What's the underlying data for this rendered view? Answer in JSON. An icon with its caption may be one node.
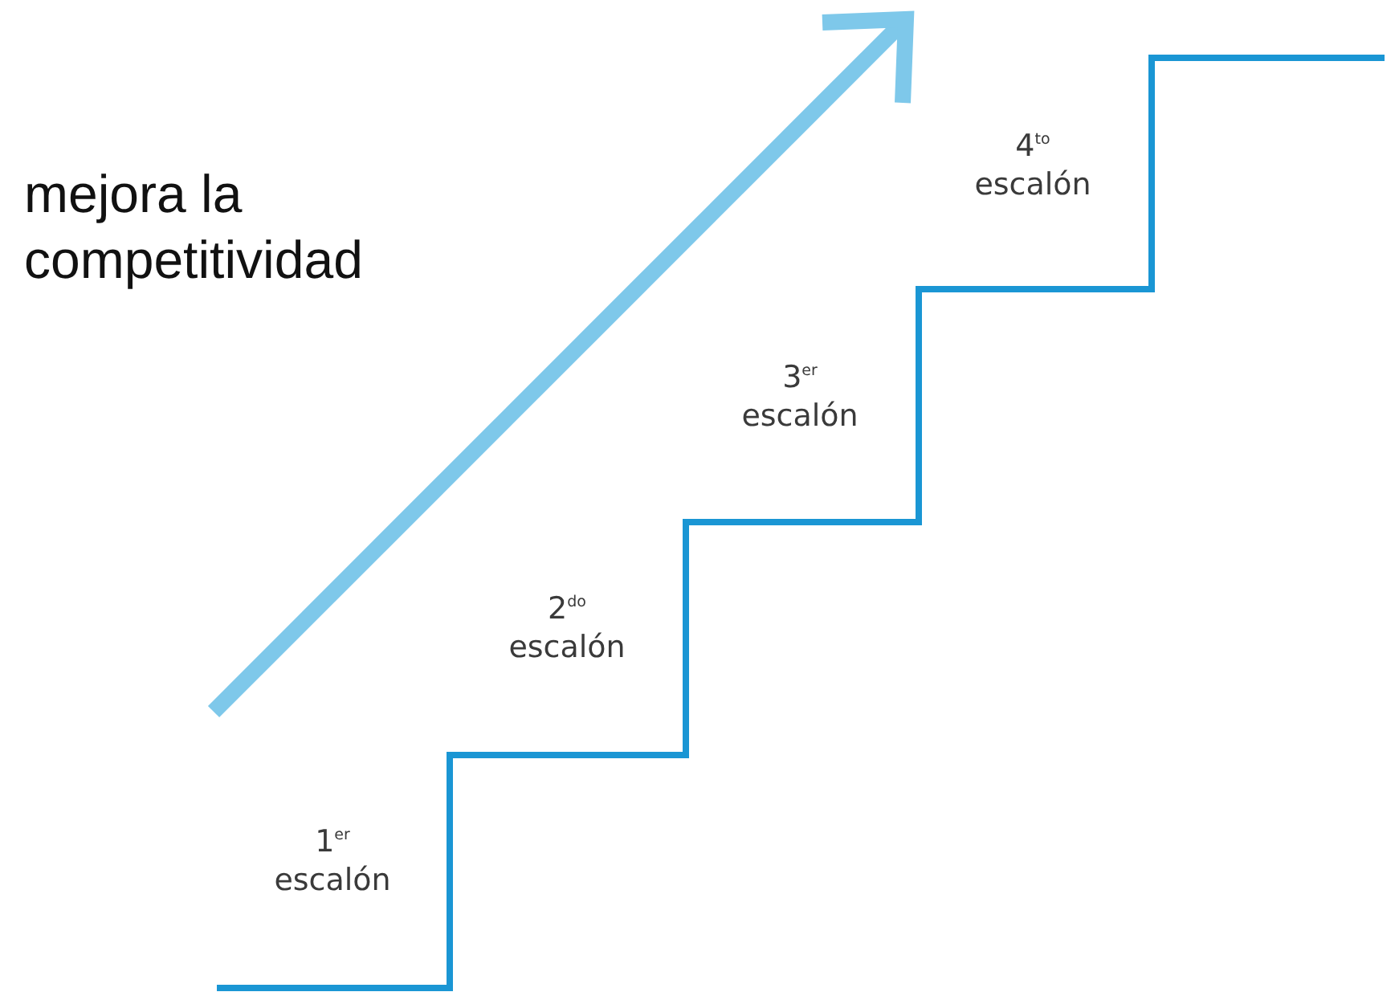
{
  "diagram": {
    "labels": [
      "mejora la competitividad",
      "4$^{to}$ escalón",
      "3$^{er}$ escalón",
      "2$^{do}$ escalón",
      "1$^{er}$ escalón"
    ]
  }
}
